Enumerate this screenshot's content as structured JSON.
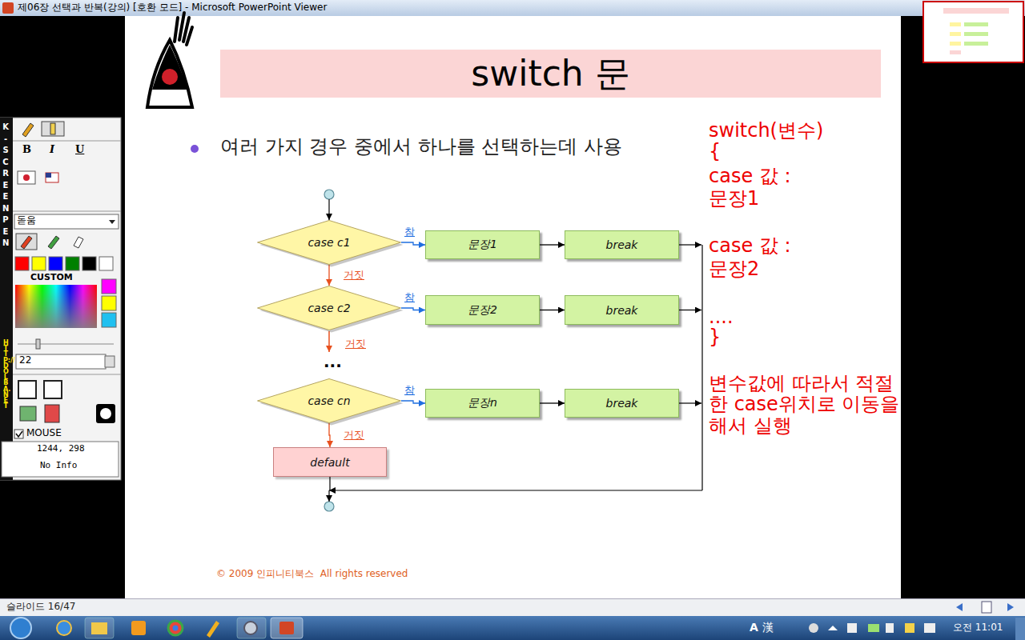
{
  "diagram": {
    "title": "switch 문",
    "nodes": [
      {
        "text": [
          "case c1"
        ]
      },
      {
        "text": [
          "문장1"
        ]
      },
      {
        "text": [
          "break"
        ]
      },
      {
        "text": [
          "case c2"
        ]
      },
      {
        "text": [
          "문장2"
        ]
      },
      {
        "text": [
          "break"
        ]
      },
      {
        "text": [
          "case cn"
        ]
      },
      {
        "text": [
          "문장n"
        ]
      },
      {
        "text": [
          "break"
        ]
      },
      {
        "text": [
          "default"
        ]
      }
    ],
    "edges": [
      {
        "from": 0,
        "to": 1,
        "arrow": "to",
        "label": "참"
      },
      {
        "from": 1,
        "to": 2,
        "arrow": "to"
      },
      {
        "from": 0,
        "to": 3,
        "arrow": "to",
        "label": "거짓"
      },
      {
        "from": 3,
        "to": 4,
        "arrow": "to",
        "label": "참"
      },
      {
        "from": 4,
        "to": 5,
        "arrow": "to"
      },
      {
        "from": 6,
        "to": 7,
        "arrow": "to",
        "label": "참"
      },
      {
        "from": 7,
        "to": 8,
        "arrow": "to"
      },
      {
        "from": 6,
        "to": 9,
        "arrow": "to",
        "label": "거짓"
      }
    ],
    "labels": [
      "여러 가지 경우 중에서 하나를 선택하는데 사용",
      "switch(변수)",
      "{",
      "case 값 :",
      "문장1",
      "case 값 :",
      "문장2",
      "....",
      "}",
      "변수값에 따라서 적절한 case위치로 이동을 해서 실행",
      "거짓",
      "...",
      "© 2009 인피니티북스  All rights reserved",
      "제06장 선택과 반복(강의) [호환 모드] - Microsoft PowerPoint Viewer",
      "K-SCREEN PEN",
      "B",
      "I",
      "U",
      "돋움",
      "CUSTOM",
      "22",
      "HTTP://DOLBA.NET",
      "MOUSE",
      "1244, 298",
      "No Info",
      "슬라이드 16/47",
      "A",
      "漢",
      "오전 11:01"
    ]
  }
}
